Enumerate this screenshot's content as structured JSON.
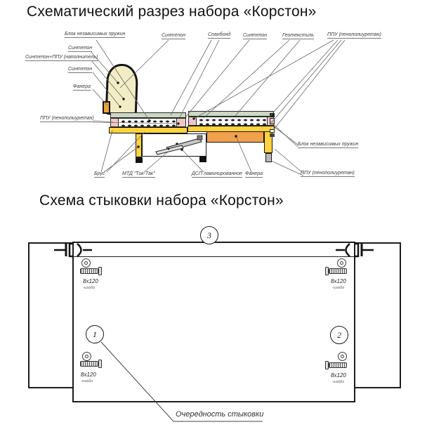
{
  "titles": {
    "cross_section": "Схематический разрез набора «Корстон»",
    "assembly": "Схема стыковки набора «Корстон»"
  },
  "cross_section": {
    "labels": {
      "spring_block_top": "Блок независимых пружин",
      "sintepon_top1": "Синтепон",
      "spunbond": "Спанбонд",
      "sintepon_top2": "Синтепон",
      "geotextile": "Геотекстиль",
      "ppu_top": "ППУ (пенополиуретан)",
      "sintepon_left1": "Синтепон",
      "sintepon_ppu_filler": "Синтепон+ППУ (наполнитель)",
      "sintepon_left2": "Синтепон",
      "fanera_left": "Фанера",
      "ppu_left": "ППУ (пенополиуретан)",
      "brus": "Брус",
      "mtd_tiktak": "МТД \"Тик-Так\"",
      "dsp_laminated": "ДСП ламинированное",
      "fanera_bottom": "Фанера",
      "spring_block_right": "Блок независимых пружин",
      "ppu_right": "ППУ (пенополиуретан)"
    }
  },
  "assembly": {
    "step1": "1",
    "step2": "2",
    "step3": "3",
    "screw_size": "8x120",
    "screw_note": "-шайба",
    "order_label": "Очередность стыковки"
  },
  "colors": {
    "frame_yellow": "#ffd23f",
    "dsp_orange": "#f0a14d",
    "backrest_cream": "#f2edc4",
    "top_layer_green": "#ccd8c2",
    "ppu_pink": "#f2c6c6",
    "line_dark": "#1c1c1c"
  }
}
